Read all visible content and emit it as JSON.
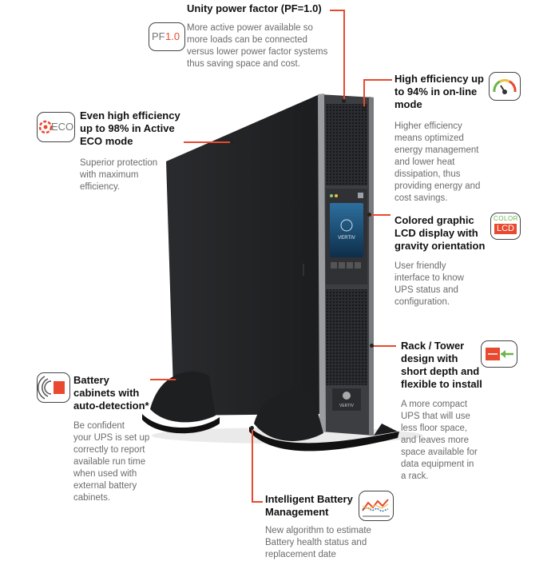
{
  "features": {
    "pf": {
      "title": "Unity power factor (PF=1.0)",
      "lines": [
        "More active power available so",
        "more loads can be connected",
        "versus lower power factor systems",
        "thus saving space and cost."
      ],
      "icon_text_a": "PF",
      "icon_text_b": "1.0",
      "icon": "pf-gauge-icon"
    },
    "eco": {
      "title_lines": [
        "Even high efficiency",
        "up to 98% in Active",
        "ECO mode"
      ],
      "lines": [
        "Superior protection",
        "with maximum",
        "efficiency."
      ],
      "icon_text": "ECO",
      "icon": "eco-leaf-icon"
    },
    "online": {
      "title_lines": [
        "High efficiency up",
        "to 94% in on-line",
        "mode"
      ],
      "lines": [
        "Higher efficiency",
        "means optimized",
        "energy management",
        "and lower heat",
        "dissipation, thus",
        "providing energy and",
        "cost savings."
      ],
      "icon": "efficiency-gauge-icon"
    },
    "lcd": {
      "title_lines": [
        "Colored graphic",
        "LCD display with",
        "gravity orientation"
      ],
      "lines": [
        "User friendly",
        "interface to know",
        "UPS status and",
        "configuration."
      ],
      "icon_text_a": "COLOR",
      "icon_text_b": "LCD",
      "icon": "color-lcd-icon"
    },
    "rack": {
      "title_lines": [
        "Rack / Tower",
        "design  with",
        "short depth and",
        "flexible to install"
      ],
      "lines": [
        "A more compact",
        "UPS that will use",
        "less floor space,",
        "and leaves more",
        "space available for",
        "data equipment in",
        "a rack."
      ],
      "icon": "rack-insert-icon"
    },
    "battery_cab": {
      "title_lines": [
        "Battery",
        "cabinets with",
        "auto-detection*"
      ],
      "lines": [
        "Be confident",
        "your UPS is set up",
        "correctly to report",
        "available run time",
        "when used with",
        "external battery",
        "cabinets."
      ],
      "icon": "battery-detection-icon"
    },
    "ibm": {
      "title_lines": [
        "Intelligent Battery",
        "Management"
      ],
      "lines": [
        "New algorithm to estimate",
        "Battery health status and",
        "replacement date"
      ],
      "icon": "battery-graph-icon"
    }
  },
  "product": {
    "brand": "VERTIV",
    "screen_brand": "VERTIV"
  },
  "colors": {
    "accent": "#e8492f",
    "ups_body": "#2b2d30",
    "ups_front": "#3a3c40",
    "text": "#111111",
    "desc": "#6b6b6b"
  }
}
